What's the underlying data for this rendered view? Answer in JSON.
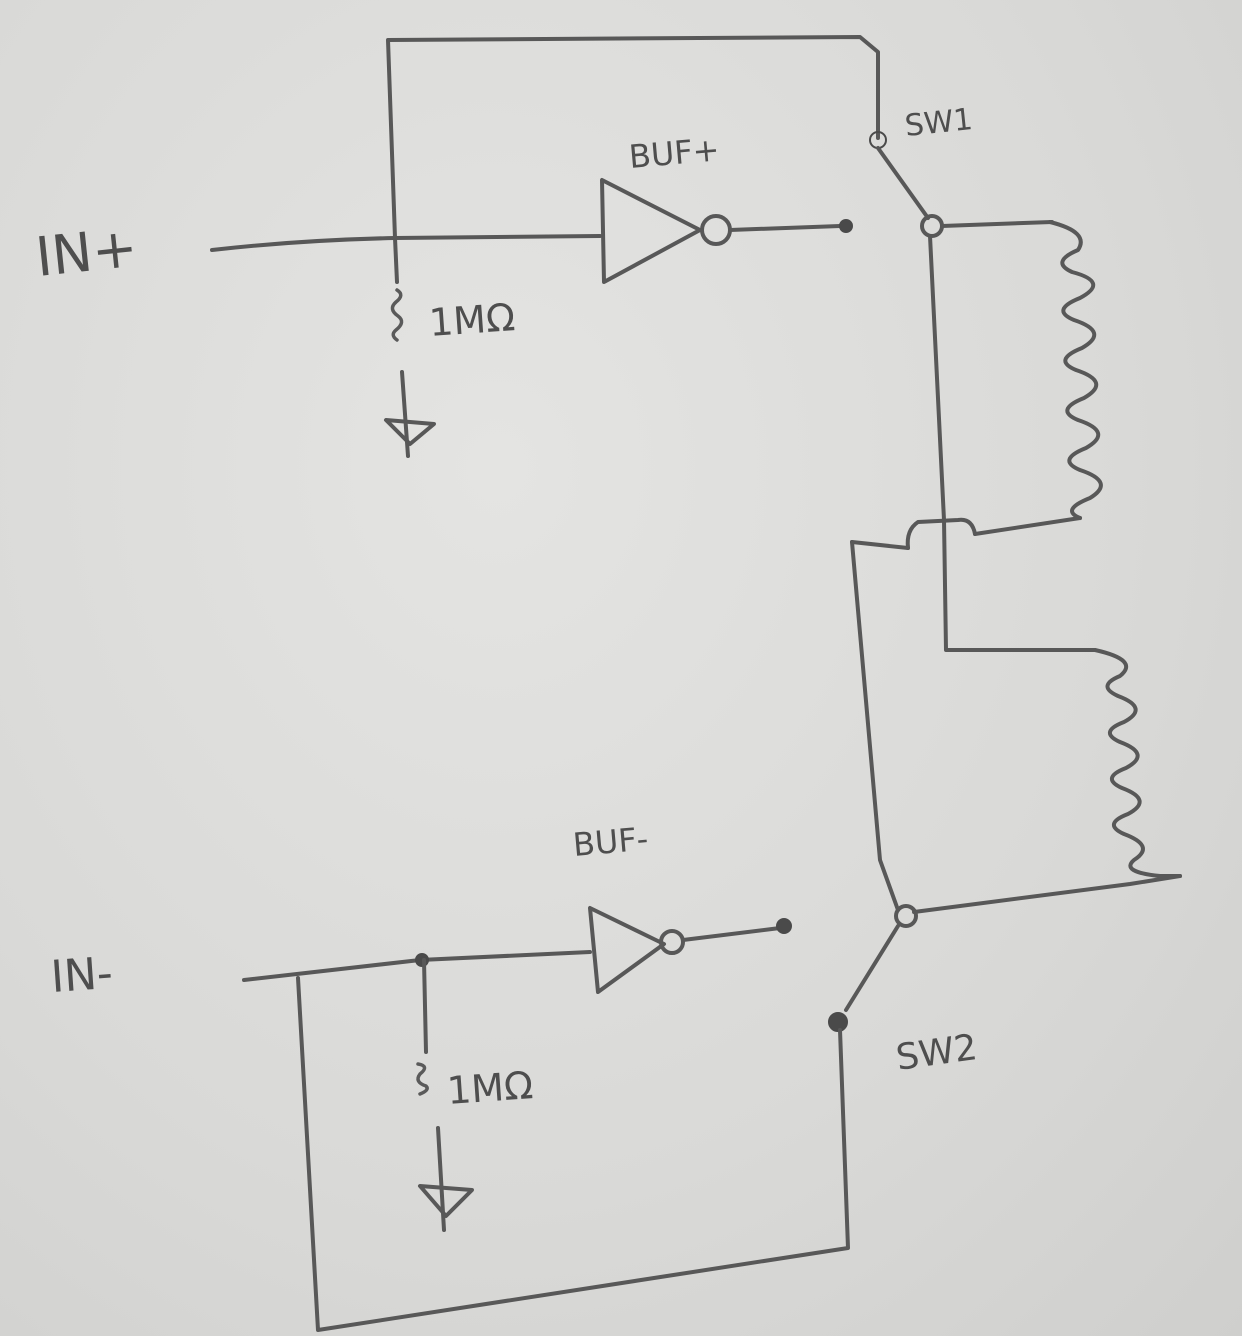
{
  "labels": {
    "in_plus": "IN+",
    "in_minus": "IN-",
    "buf_plus": "BUF+",
    "buf_minus": "BUF-",
    "sw1": "SW1",
    "sw2": "SW2",
    "r_top": "1MΩ",
    "r_bottom": "1MΩ"
  },
  "colors": {
    "paper": "#dcdcda",
    "pencil": "#585858"
  }
}
